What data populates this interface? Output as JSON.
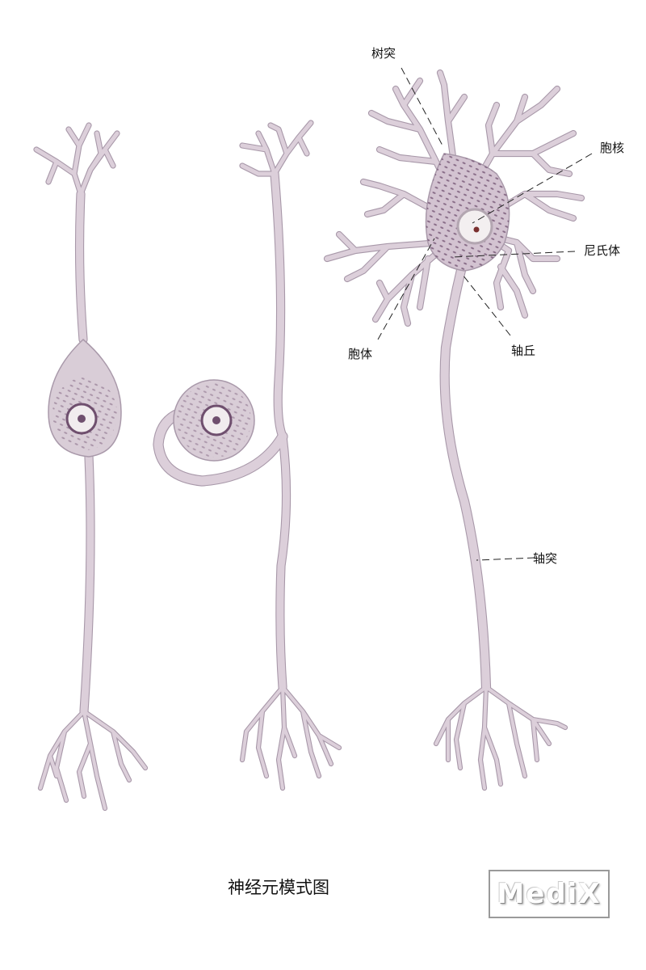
{
  "title": "神经元模式图",
  "labels": {
    "dendrite": "树突",
    "nucleus": "胞核",
    "nissl_body": "尼氏体",
    "cell_body": "胞体",
    "axon_hillock": "轴丘",
    "axon": "轴突"
  },
  "logo": "MediX",
  "colors": {
    "cell_fill": "#d9cdd7",
    "cell_outline": "#a999aa",
    "granule": "#6f4f6e",
    "nucleus_fill": "#f1ecee"
  }
}
